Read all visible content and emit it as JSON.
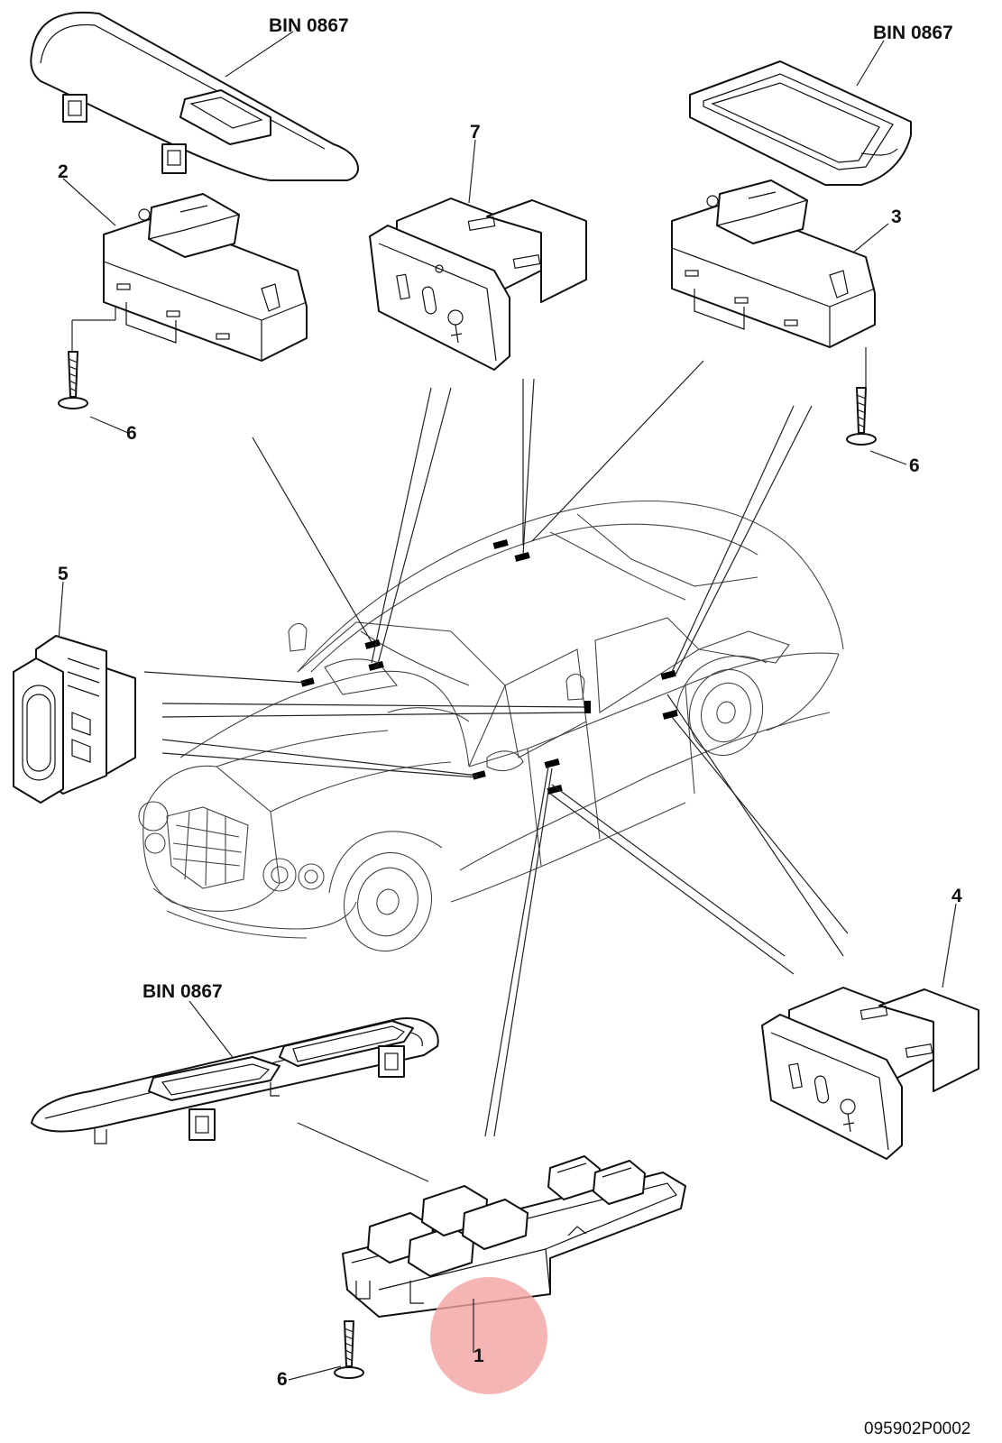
{
  "diagram": {
    "drawing_code": "095902P0002",
    "bin_labels": [
      "BIN 0867",
      "BIN 0867",
      "BIN 0867"
    ],
    "callouts": [
      "1",
      "2",
      "3",
      "4",
      "5",
      "6",
      "6",
      "6",
      "7"
    ],
    "highlight_color": "#f4a3a3",
    "line_color": "#111111"
  }
}
